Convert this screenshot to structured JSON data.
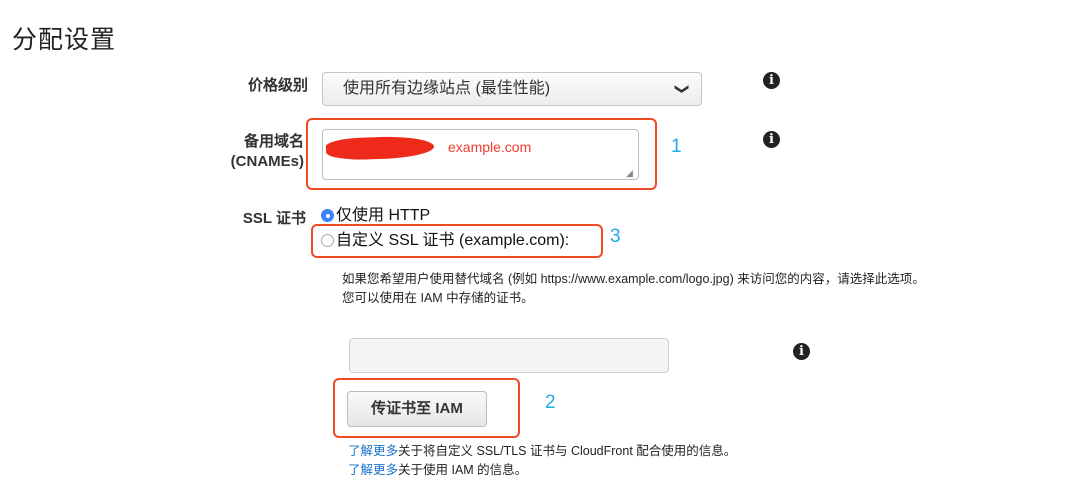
{
  "section": {
    "title": "分配设置"
  },
  "price_class": {
    "label": "价格级别",
    "selected": "使用所有边缘站点 (最佳性能)",
    "chevron": "❯"
  },
  "cnames": {
    "label_line1": "备用域名",
    "label_line2": "(CNAMEs)",
    "value_visible": "example.com",
    "redacted": true
  },
  "ssl": {
    "label": "SSL 证书",
    "options": [
      {
        "label": "仅使用 HTTP",
        "checked": true
      },
      {
        "label": "自定义 SSL 证书 (example.com):",
        "checked": false
      }
    ],
    "description_line1": "如果您希望用户使用替代域名 (例如 https://www.example.com/logo.jpg) 来访问您的内容，请选择此选项。",
    "description_line2": "您可以使用在 IAM 中存储的证书。",
    "certificate_input_value": "",
    "upload_button": "传证书至 IAM",
    "learn_more_1": {
      "link": "了解更多",
      "text": "关于将自定义 SSL/TLS 证书与 CloudFront 配合使用的信息。"
    },
    "learn_more_2": {
      "link": "了解更多",
      "text": "关于使用 IAM 的信息。"
    }
  },
  "annotations": {
    "marker_1": "1",
    "marker_2": "2",
    "marker_3": "3"
  },
  "icons": {
    "info": "i"
  },
  "colors": {
    "highlight": "#f04b22",
    "marker": "#1ea9e8",
    "link": "#1a73c8",
    "radio_checked": "#3b82f6"
  }
}
